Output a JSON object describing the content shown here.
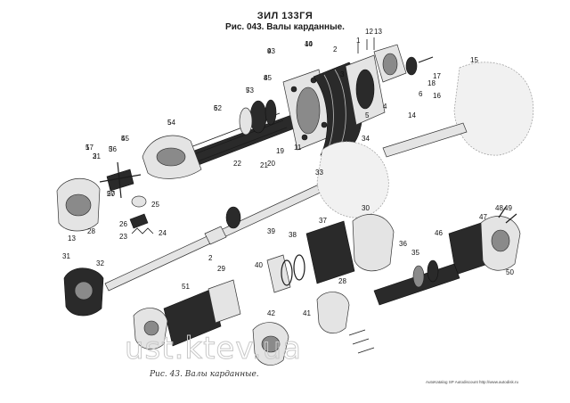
{
  "header": {
    "title": "ЗИЛ 133ГЯ",
    "subtitle": "Рис. 043. Валы карданные."
  },
  "diagram": {
    "caption": "Рис. 43. Валы карданные.",
    "watermark": "ust.ktev.ua",
    "credit": "AutoKatalog SP Autodiscount http://www.autodisk.ru",
    "callouts": [
      "1",
      "2",
      "3",
      "4",
      "5",
      "6",
      "7",
      "8",
      "9",
      "10",
      "11",
      "12",
      "13",
      "14",
      "15",
      "16",
      "17",
      "18",
      "19",
      "20",
      "21",
      "22",
      "23",
      "24",
      "25",
      "26",
      "27",
      "28",
      "29",
      "30",
      "31",
      "32",
      "33",
      "34",
      "35",
      "36",
      "37",
      "38",
      "39",
      "40",
      "41",
      "42",
      "43",
      "44",
      "45",
      "46",
      "47",
      "48",
      "49",
      "50",
      "51",
      "52",
      "53",
      "54",
      "55",
      "56",
      "57",
      "1",
      "2",
      "3",
      "4",
      "5",
      "6",
      "7",
      "8",
      "9",
      "10",
      "11",
      "12",
      "13",
      "14",
      "15",
      "16",
      "17",
      "18",
      "19",
      "20",
      "21",
      "22",
      "23",
      "24",
      "25",
      "26",
      "27",
      "28"
    ],
    "sample": [
      "9",
      "10",
      "8",
      "7",
      "6",
      "5",
      "4",
      "3",
      "1",
      "2",
      "27",
      "28",
      "13",
      "26",
      "23",
      "24",
      "25",
      "22",
      "21",
      "20",
      "19",
      "11",
      "12",
      "13",
      "1",
      "2",
      "3",
      "5",
      "4",
      "6",
      "18",
      "17",
      "16",
      "15",
      "14",
      "34",
      "33",
      "32",
      "31",
      "30",
      "29",
      "2",
      "40",
      "39",
      "38",
      "37",
      "36",
      "35",
      "46",
      "47",
      "48",
      "49",
      "50",
      "51",
      "42",
      "41",
      "28",
      "43",
      "44",
      "45",
      "53",
      "52",
      "54",
      "55",
      "56",
      "57",
      "31",
      "50"
    ]
  },
  "colors": {
    "ink": "#1c1c1c",
    "paper": "#ffffff",
    "watermark": "#c9c9c9"
  }
}
